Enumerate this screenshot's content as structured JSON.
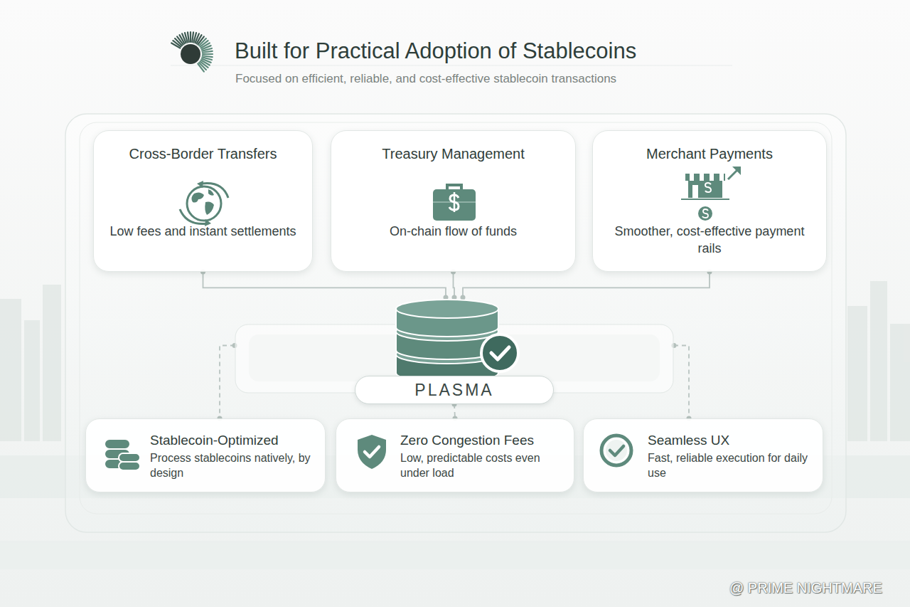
{
  "diagram": {
    "title": "Built for Practical Adoption of Stablecoins",
    "nodes": [
      {
        "text": [
          "Cross-Border Transfers",
          "Low fees and instant settlements"
        ]
      },
      {
        "text": [
          "Treasury Management",
          "On-chain flow of funds"
        ]
      },
      {
        "text": [
          "Merchant Payments",
          "Smoother, cost-effective payment rails"
        ]
      },
      {
        "text": [
          "PLASMA"
        ]
      },
      {
        "text": [
          "Stablecoin-Optimized",
          "Process stablecoins natively, by design"
        ]
      },
      {
        "text": [
          "Zero Congestion Fees",
          "Low, predictable costs even under load"
        ]
      },
      {
        "text": [
          "Seamless UX",
          "Fast, reliable execution for daily use"
        ]
      }
    ],
    "edges": [
      {
        "from": 0,
        "to": 3,
        "arrow": "none"
      },
      {
        "from": 1,
        "to": 3,
        "arrow": "none"
      },
      {
        "from": 2,
        "to": 3,
        "arrow": "none"
      },
      {
        "from": 3,
        "to": 4,
        "arrow": "none"
      },
      {
        "from": 3,
        "to": 5,
        "arrow": "none"
      },
      {
        "from": 3,
        "to": 6,
        "arrow": "none"
      }
    ],
    "labels": [
      "Focused on efficient, reliable, and cost-effective stablecoin transactions",
      "@ PRIME NIGHTMARE"
    ]
  }
}
